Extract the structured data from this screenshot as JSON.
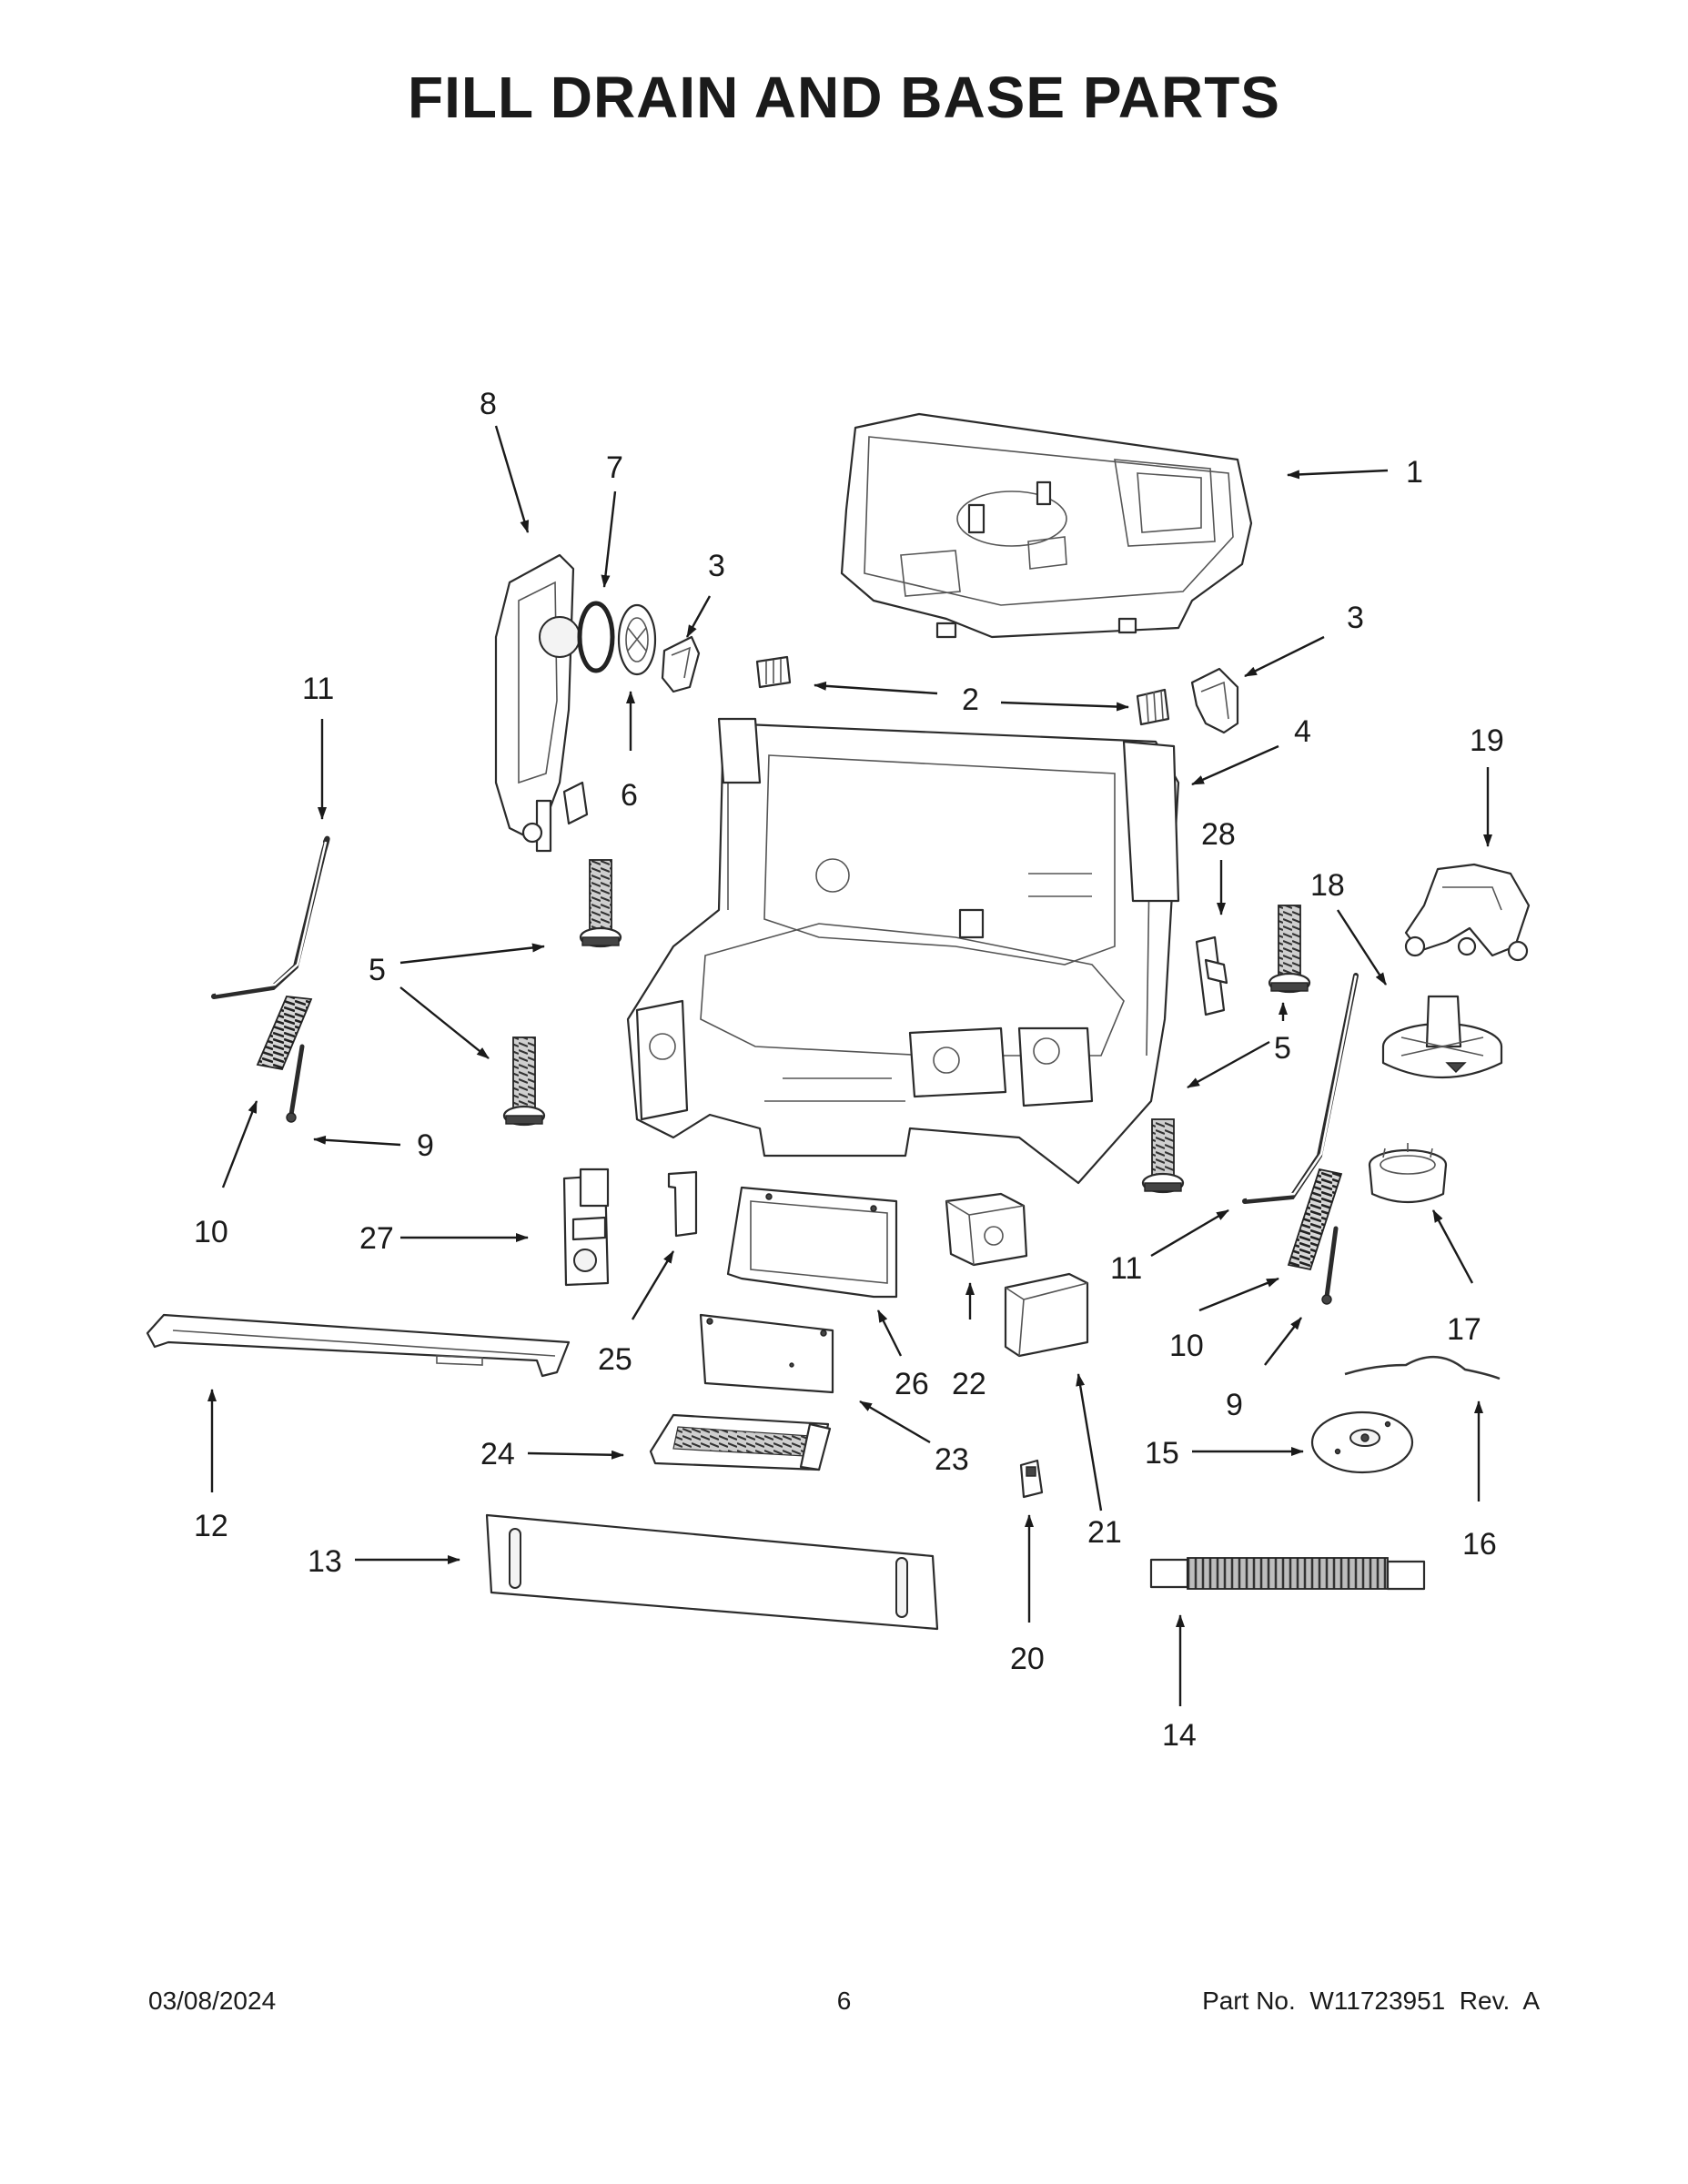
{
  "page": {
    "title": "FILL DRAIN AND BASE PARTS",
    "footer": {
      "date": "03/08/2024",
      "page_number": "6",
      "part_number": "Part No.  W11723951  Rev.  A"
    }
  },
  "callouts": [
    {
      "id": "c1",
      "label": "1"
    },
    {
      "id": "c2",
      "label": "2"
    },
    {
      "id": "c3a",
      "label": "3"
    },
    {
      "id": "c3b",
      "label": "3"
    },
    {
      "id": "c4",
      "label": "4"
    },
    {
      "id": "c5a",
      "label": "5"
    },
    {
      "id": "c5b",
      "label": "5"
    },
    {
      "id": "c6",
      "label": "6"
    },
    {
      "id": "c7",
      "label": "7"
    },
    {
      "id": "c8",
      "label": "8"
    },
    {
      "id": "c9a",
      "label": "9"
    },
    {
      "id": "c9b",
      "label": "9"
    },
    {
      "id": "c10a",
      "label": "10"
    },
    {
      "id": "c10b",
      "label": "10"
    },
    {
      "id": "c11a",
      "label": "11"
    },
    {
      "id": "c11b",
      "label": "11"
    },
    {
      "id": "c12",
      "label": "12"
    },
    {
      "id": "c13",
      "label": "13"
    },
    {
      "id": "c14",
      "label": "14"
    },
    {
      "id": "c15",
      "label": "15"
    },
    {
      "id": "c16",
      "label": "16"
    },
    {
      "id": "c17",
      "label": "17"
    },
    {
      "id": "c18",
      "label": "18"
    },
    {
      "id": "c19",
      "label": "19"
    },
    {
      "id": "c20",
      "label": "20"
    },
    {
      "id": "c21",
      "label": "21"
    },
    {
      "id": "c22",
      "label": "22"
    },
    {
      "id": "c23",
      "label": "23"
    },
    {
      "id": "c24",
      "label": "24"
    },
    {
      "id": "c25",
      "label": "25"
    },
    {
      "id": "c26",
      "label": "26"
    },
    {
      "id": "c27",
      "label": "27"
    },
    {
      "id": "c28",
      "label": "28"
    }
  ]
}
